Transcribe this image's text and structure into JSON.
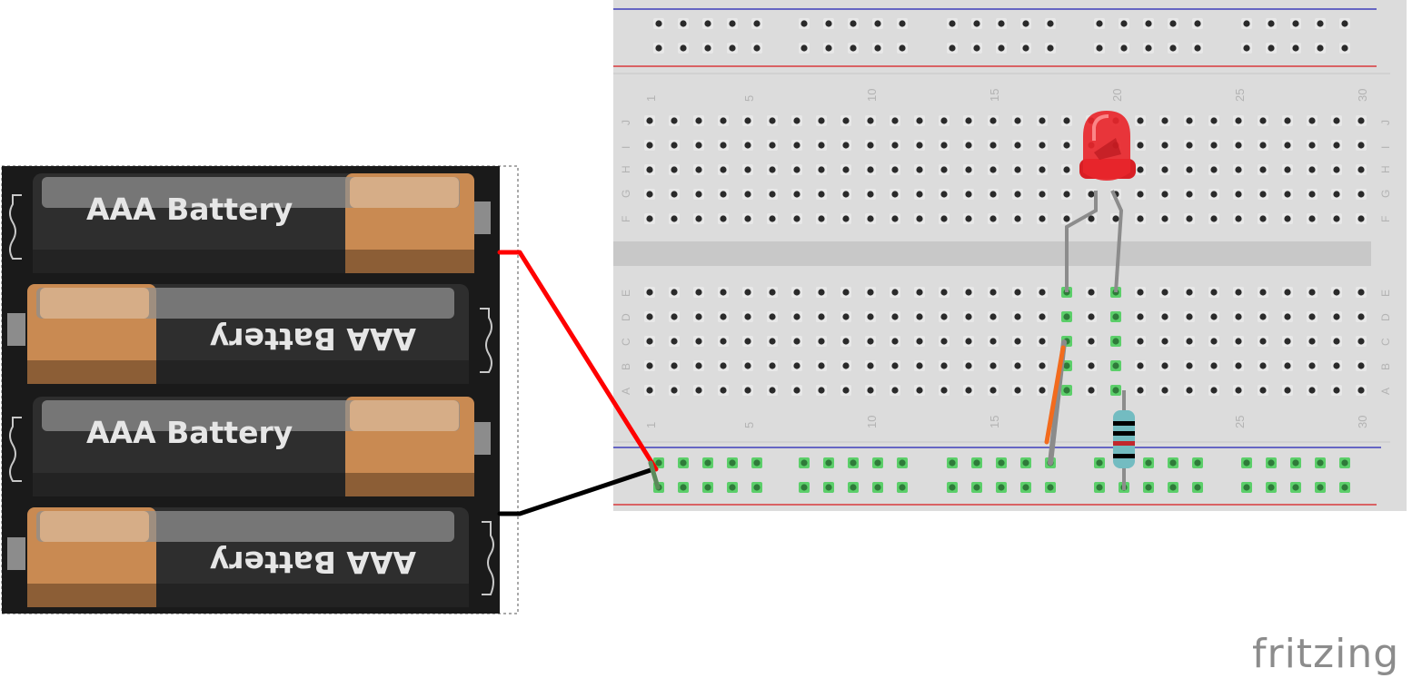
{
  "battery_pack": {
    "cell_labels": [
      "AAA Battery",
      "AAA Battery",
      "AAA Battery",
      "AAA Battery"
    ]
  },
  "breadboard": {
    "column_numbers_top": [
      "1",
      "5",
      "10",
      "15",
      "20",
      "25",
      "30"
    ],
    "column_numbers_bottom": [
      "1",
      "5",
      "10",
      "15",
      "20",
      "25",
      "30"
    ],
    "row_letters_top": [
      "J",
      "I",
      "H",
      "G",
      "F"
    ],
    "row_letters_bottom": [
      "E",
      "D",
      "C",
      "B",
      "A"
    ]
  },
  "components": {
    "led": {
      "color": "#e8262b"
    },
    "resistor": {
      "bands": [
        "#000000",
        "#000000",
        "#c1272d",
        "#000000"
      ]
    },
    "jumper_wire": {
      "color": "#f26b1d"
    },
    "positive_wire": {
      "color": "#ff0000"
    },
    "negative_wire": {
      "color": "#000000"
    }
  },
  "colors": {
    "breadboard": "#dcdcdc",
    "rail_red": "#d7191c",
    "rail_blue": "#1f1fb4",
    "highlight_hole": "#5ccf6a"
  },
  "brand": {
    "logo_text": "fritzing"
  }
}
